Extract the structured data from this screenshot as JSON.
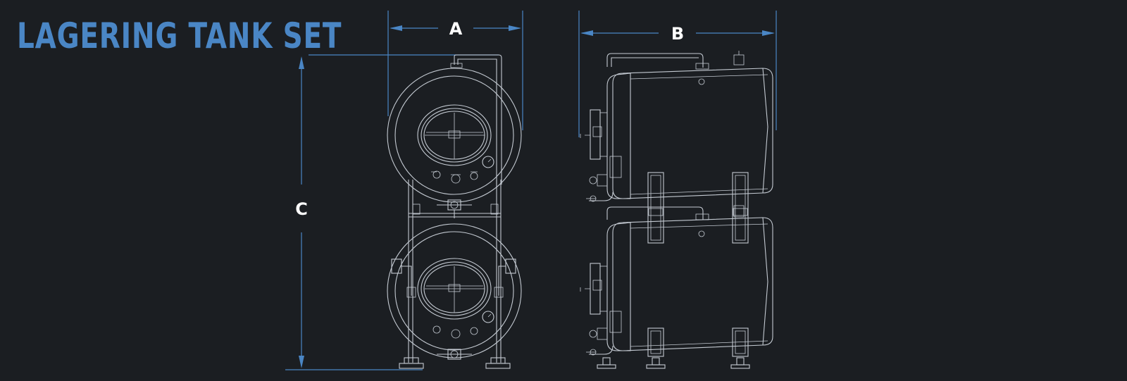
{
  "title": "LAGERING TANK SET",
  "dimensions": {
    "a_label": "A",
    "b_label": "B",
    "c_label": "C"
  },
  "colors": {
    "accent": "#4a86c5",
    "line": "#c4cad2",
    "background": "#1b1e22",
    "label": "#ffffff"
  }
}
